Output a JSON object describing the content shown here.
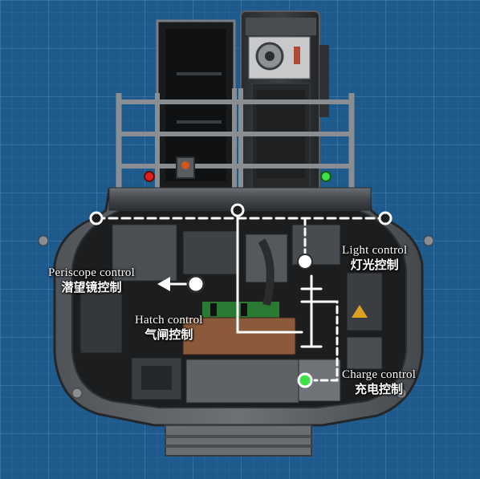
{
  "controls": {
    "periscope": {
      "en": "Periscope control",
      "zh": "潜望镜控制"
    },
    "hatch": {
      "en": "Hatch control",
      "zh": "气闸控制"
    },
    "light": {
      "en": "Light control",
      "zh": "灯光控制"
    },
    "charge": {
      "en": "Charge control",
      "zh": "充电控制"
    }
  },
  "icons": {
    "status_left": "red-status-light-icon",
    "status_right": "green-status-light-icon",
    "charge_node": "green-node-icon"
  },
  "colors": {
    "background": "#1f5a8c",
    "hull": "#3a3d40",
    "wire": "#ffffff",
    "status_red": "#e0201c",
    "status_green": "#3fe04a"
  }
}
